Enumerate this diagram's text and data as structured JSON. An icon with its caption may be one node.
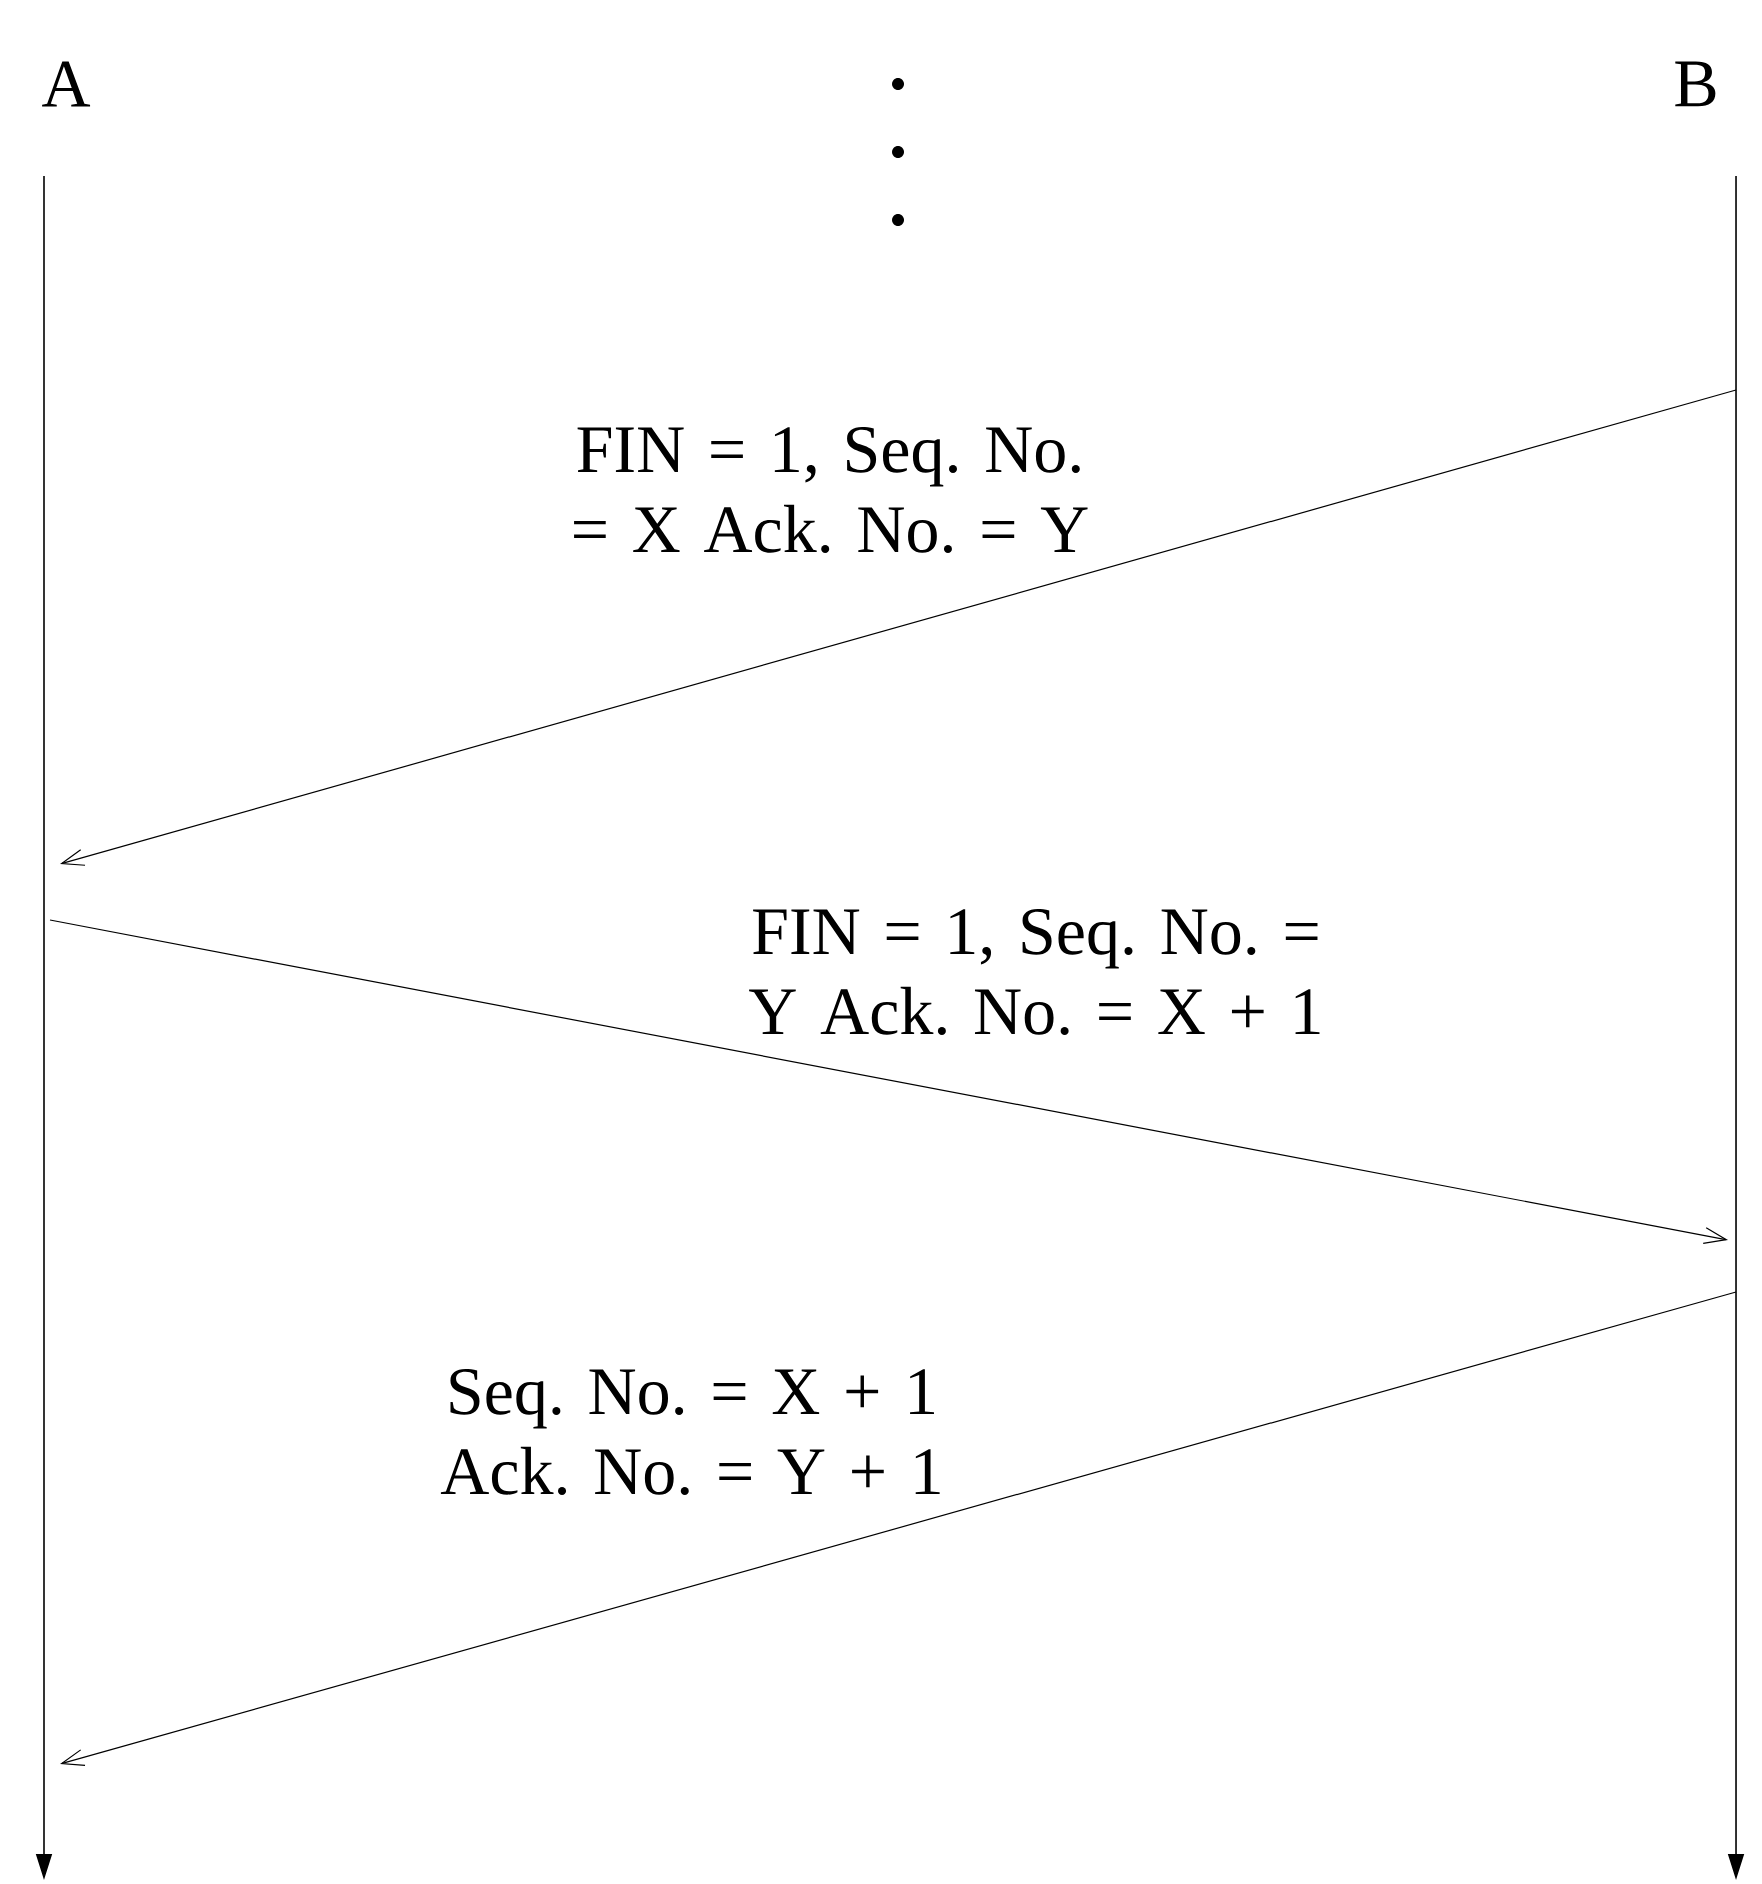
{
  "diagram": {
    "nodes": [
      {
        "text": [
          "A"
        ]
      },
      {
        "text": [
          "B"
        ]
      }
    ],
    "edges": [
      {
        "from": 1,
        "to": 0,
        "arrow": "to",
        "label": "FIN = 1, Seq. No. = X Ack. No. = Y"
      },
      {
        "from": 0,
        "to": 1,
        "arrow": "to",
        "label": "FIN = 1, Seq. No. = Y Ack. No. = X + 1"
      },
      {
        "from": 1,
        "to": 0,
        "arrow": "to",
        "label": "Seq. No. = X + 1 Ack. No. = Y + 1"
      }
    ]
  }
}
